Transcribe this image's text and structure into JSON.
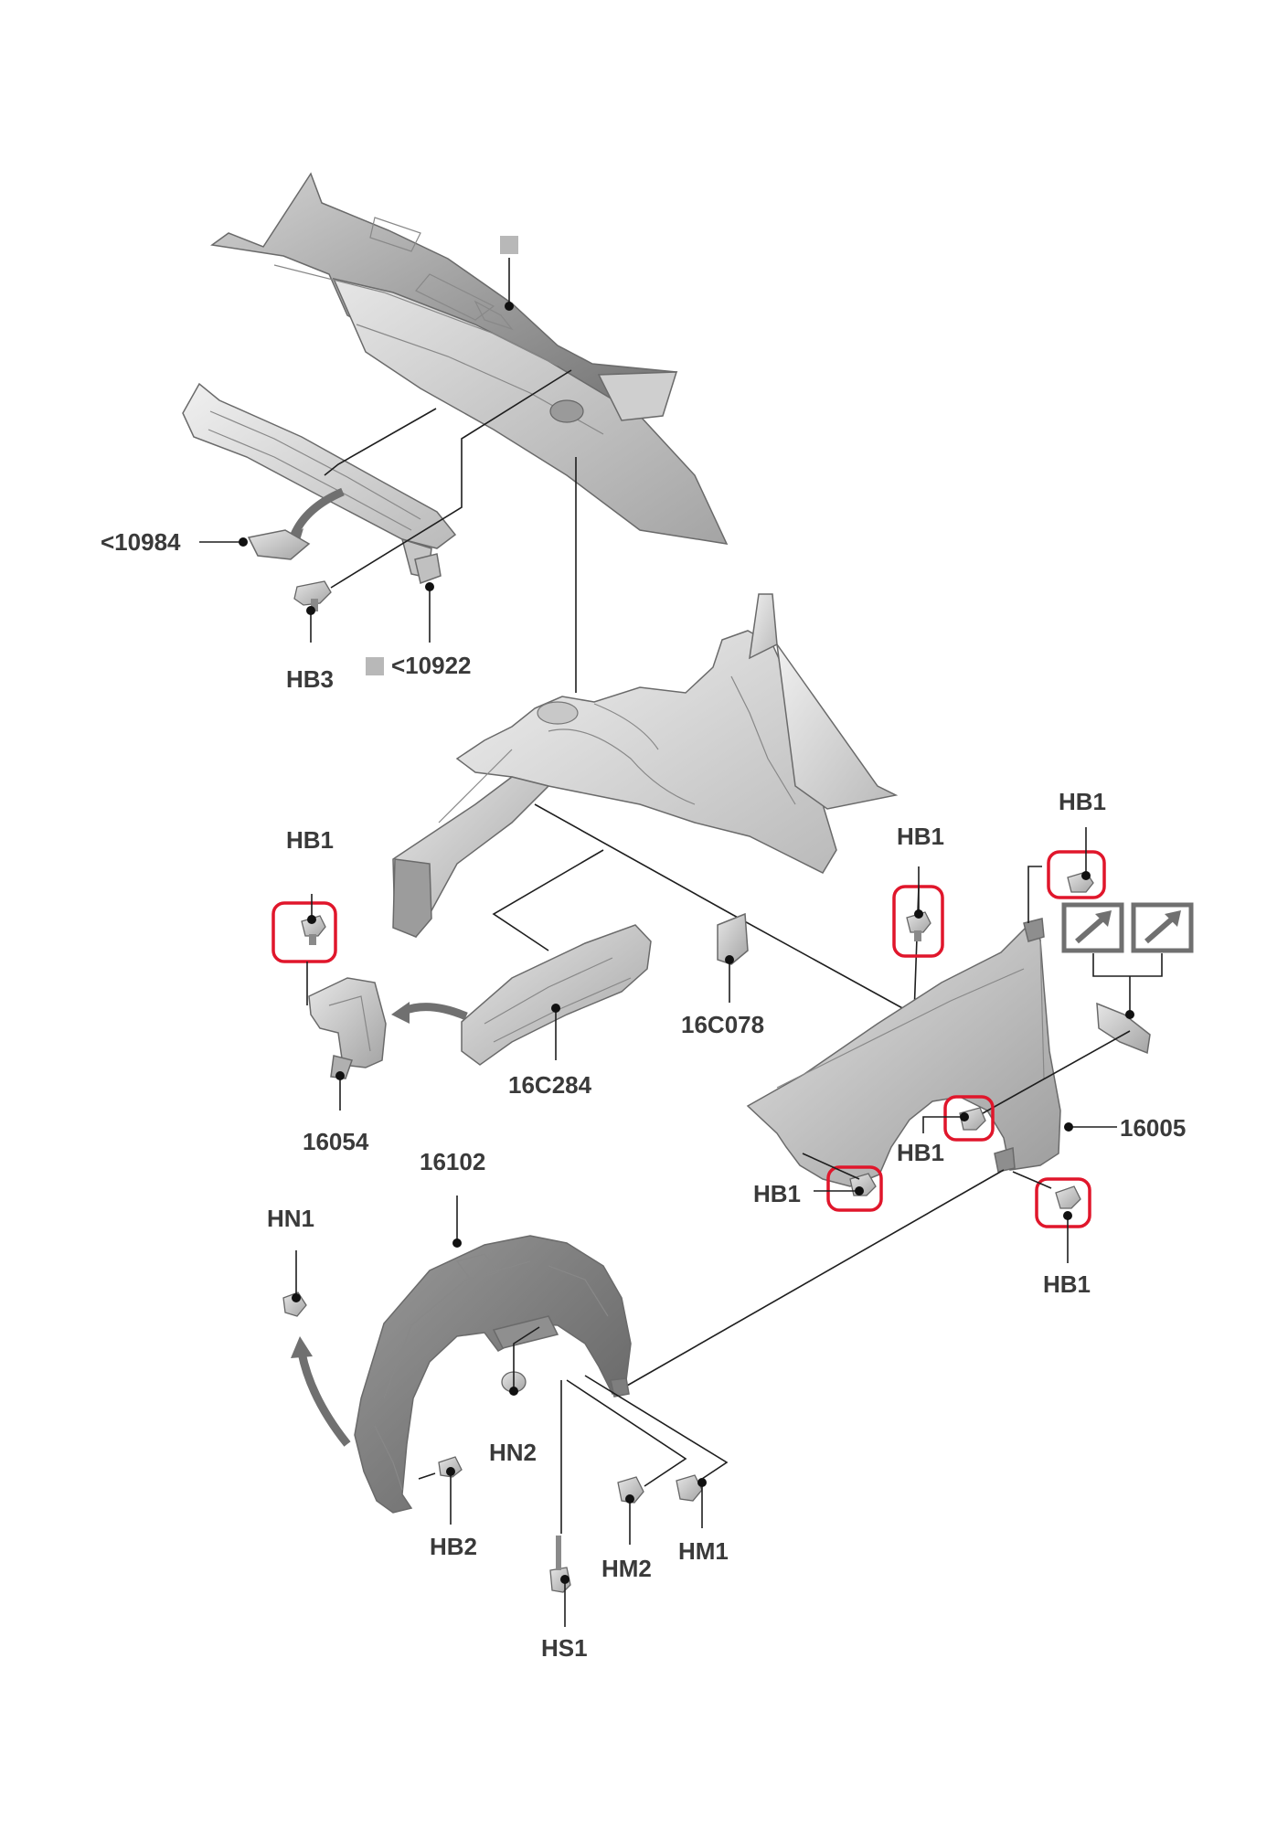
{
  "colors": {
    "background": "#ffffff",
    "part_fill": "#bdbdbd",
    "part_dark": "#7d7d7d",
    "part_light": "#dcdcdc",
    "leader": "#1e1e1e",
    "label": "#3a3a3a",
    "highlight": "#e0162b",
    "marker": "#b8b8b8",
    "icon_frame": "#707070"
  },
  "labels": {
    "p10984": "<10984",
    "hb3": "HB3",
    "p10922": "<10922",
    "hb1_left": "HB1",
    "p16054": "16054",
    "p16c284": "16C284",
    "p16c078": "16C078",
    "hb1_mid": "HB1",
    "hb1_top": "HB1",
    "p16005": "16005",
    "hb1_wheel": "HB1",
    "hb1_lower_left": "HB1",
    "hb1_lower_right": "HB1",
    "p16102": "16102",
    "hn1": "HN1",
    "hn2": "HN2",
    "hb2": "HB2",
    "hs1": "HS1",
    "hm2": "HM2",
    "hm1": "HM1"
  },
  "icons": {
    "arrow_badge_1": "arrow-up-right-icon",
    "arrow_badge_2": "arrow-up-right-icon",
    "reference_marker": "square-marker-icon"
  }
}
